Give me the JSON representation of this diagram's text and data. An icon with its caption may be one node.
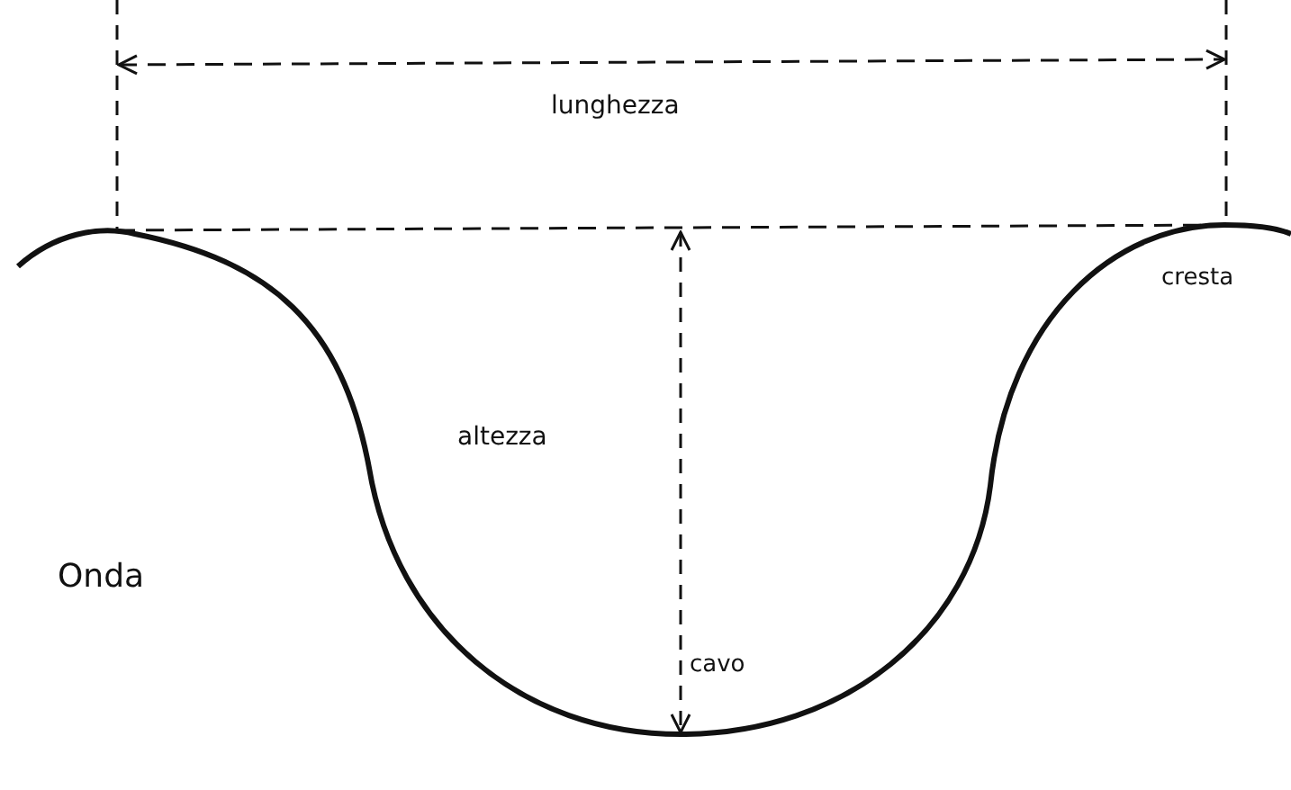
{
  "diagram": {
    "labels": [
      "lunghezza",
      "cresta",
      "altezza",
      "Onda",
      "cavo"
    ]
  }
}
